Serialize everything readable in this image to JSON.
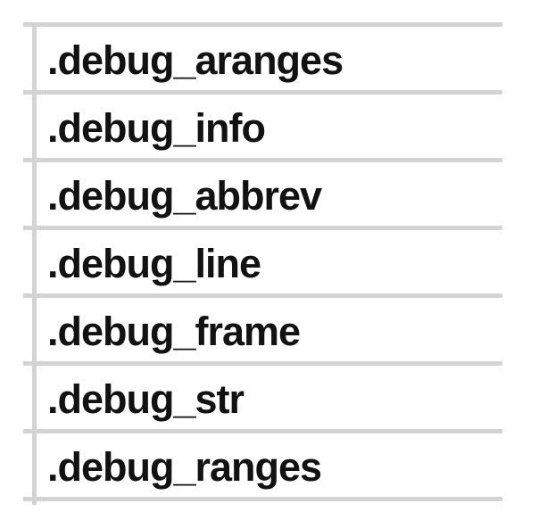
{
  "theme": {
    "background": "#ffffff",
    "grid_line_color": "#d3d3d3",
    "text_color": "#121212"
  },
  "table": {
    "rows": [
      {
        "label": ".debug_aranges"
      },
      {
        "label": ".debug_info"
      },
      {
        "label": ".debug_abbrev"
      },
      {
        "label": ".debug_line"
      },
      {
        "label": ".debug_frame"
      },
      {
        "label": ".debug_str"
      },
      {
        "label": ".debug_ranges"
      }
    ]
  }
}
